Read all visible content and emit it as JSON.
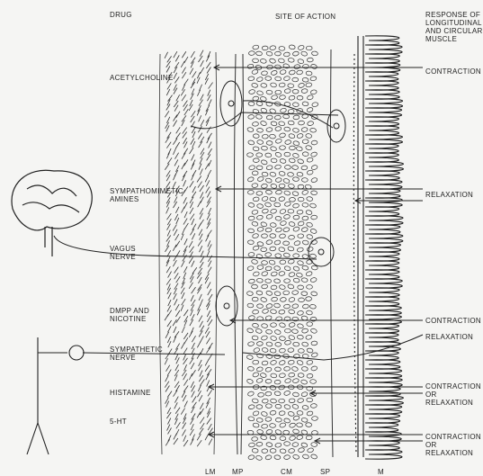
{
  "headers": {
    "drug": "DRUG",
    "site": "SITE OF ACTION",
    "response": "RESPONSE OF\nLONGITUDINAL\nAND CIRCULAR\nMUSCLE"
  },
  "drugs": [
    {
      "key": "ach",
      "label": "ACETYLCHOLINE",
      "response": "CONTRACTION"
    },
    {
      "key": "symp_amines",
      "label": "SYMPATHOMIMETIC\nAMINES",
      "response": "RELAXATION"
    },
    {
      "key": "vagus",
      "label": "VAGUS\nNERVE",
      "response": ""
    },
    {
      "key": "dmpp",
      "label": "DMPP AND\nNICOTINE",
      "response": "CONTRACTION"
    },
    {
      "key": "symp_nerve",
      "label": "SYMPATHETIC\nNERVE",
      "response": "RELAXATION"
    },
    {
      "key": "histamine",
      "label": "HISTAMINE",
      "response": "CONTRACTION\nOR\nRELAXATION"
    },
    {
      "key": "5ht",
      "label": "5-HT",
      "response": "CONTRACTION\nOR\nRELAXATION"
    }
  ],
  "layers": [
    "LM",
    "MP",
    "CM",
    "SP",
    "M"
  ]
}
